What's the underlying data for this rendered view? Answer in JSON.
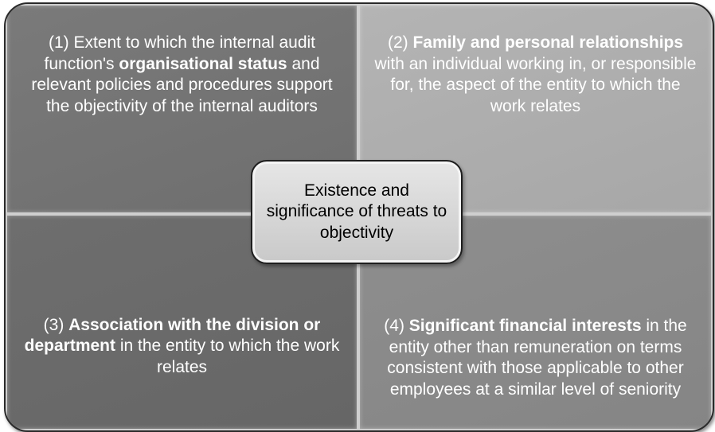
{
  "center": {
    "text": "Existence and significance of threats to objectivity"
  },
  "quadrants": [
    {
      "pre": "(1) Extent to which the internal audit function's ",
      "bold": "organisational status",
      "post": " and relevant policies and procedures support the objectivity of the internal auditors"
    },
    {
      "pre": "(2) ",
      "bold": "Family and personal relationships",
      "post": " with an individual working in, or responsible for, the aspect of the entity to which the work relates"
    },
    {
      "pre": "(3) ",
      "bold": "Association with the division or department",
      "post": " in the entity to which the work relates"
    },
    {
      "pre": "(4) ",
      "bold": "Significant financial interests",
      "post": " in the entity other than remuneration on terms consistent with those applicable to other employees at a similar level of seniority"
    }
  ],
  "colors": {
    "q1": "#737373",
    "q2": "#adadad",
    "q3": "#6a6a6a",
    "q4": "#898989",
    "center": "#d6d6d6"
  }
}
